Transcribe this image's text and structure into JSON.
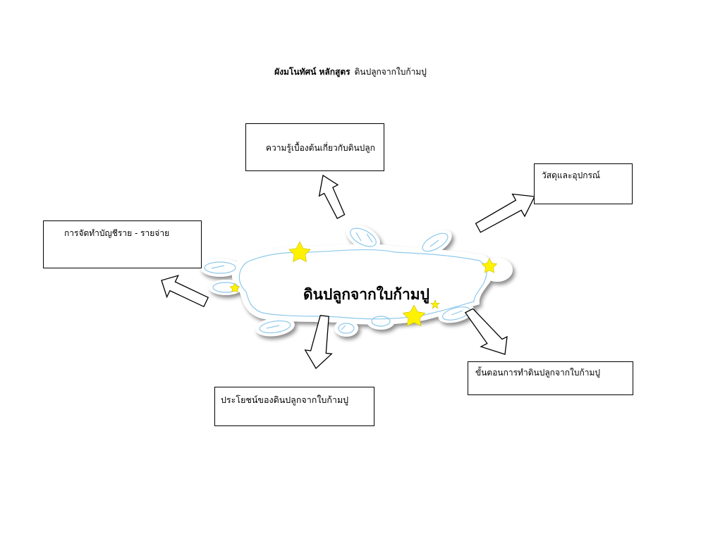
{
  "title": {
    "bold": "ผังมโนทัศน์ หลักสูตร",
    "rest": "ดินปลูกจากใบก้ามปู"
  },
  "center": {
    "label": "ดินปลูกจากใบก้ามปู"
  },
  "nodes": {
    "knowledge": "ความรู้เบื้องต้นเกี่ยวกับดินปลูก",
    "materials": "วัสดุและอุปกรณ์",
    "accounting": "การจัดทำบัญชีราย - รายจ่าย",
    "steps": "ขั้นตอนการทำดินปลูกจากใบก้ามปู",
    "benefits": "ประโยชน์ของดินปลูกจากใบก้ามปู"
  },
  "colors": {
    "star_fill": "#fff200",
    "cloud_outline": "#8ec9ea",
    "box_border": "#000000"
  }
}
